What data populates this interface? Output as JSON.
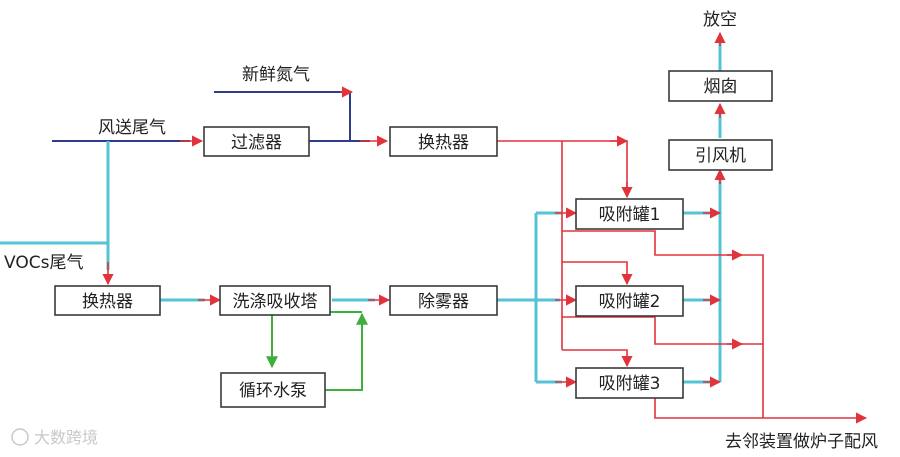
{
  "nodes": {
    "filter": "过滤器",
    "heat_exchanger_top": "换热器",
    "heat_exchanger_left": "换热器",
    "scrubber": "洗涤吸收塔",
    "demister": "除雾器",
    "pump": "循环水泵",
    "adsorber1": "吸附罐1",
    "adsorber2": "吸附罐2",
    "adsorber3": "吸附罐3",
    "fan": "引风机",
    "chimney": "烟囱"
  },
  "labels": {
    "air_tail_gas": "风送尾气",
    "fresh_nitrogen": "新鲜氮气",
    "voc_tail_gas": "VOCs尾气",
    "vent": "放空",
    "to_boiler": "去邻装置做炉子配风"
  },
  "watermark": "大数跨境",
  "colors": {
    "blue": "#2e3c8c",
    "cyan": "#55c3d6",
    "red": "#e0333c",
    "green": "#3fae3f"
  }
}
